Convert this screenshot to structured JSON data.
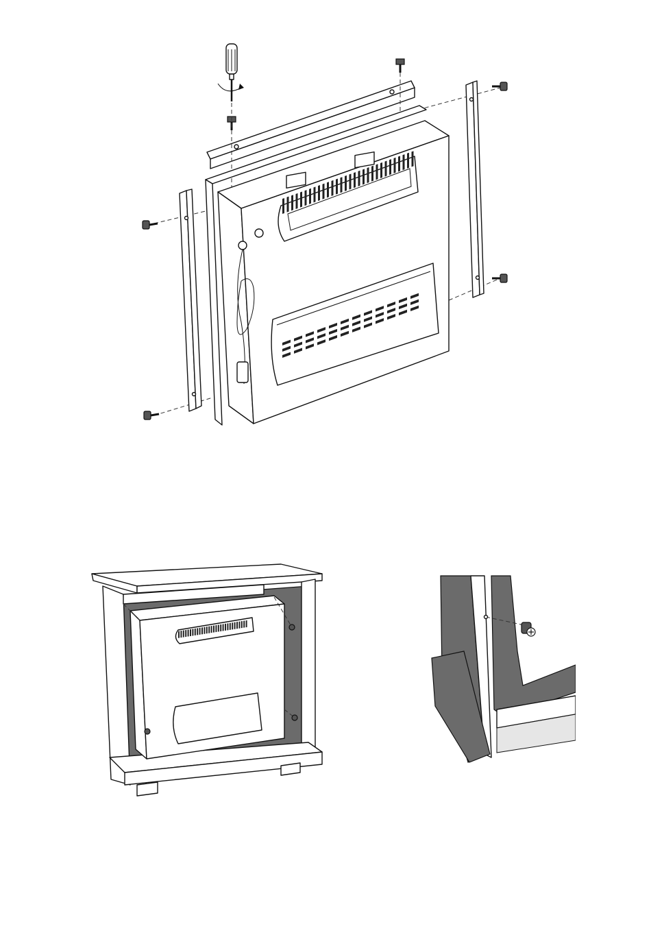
{
  "document": {
    "figures": [
      {
        "id": "heater-bracket-assembly",
        "icon": "exploded-view-diagram"
      },
      {
        "id": "heater-into-mantel",
        "icon": "mantel-installation-diagram"
      },
      {
        "id": "bracket-screw-detail",
        "icon": "detail-view-diagram"
      }
    ]
  }
}
